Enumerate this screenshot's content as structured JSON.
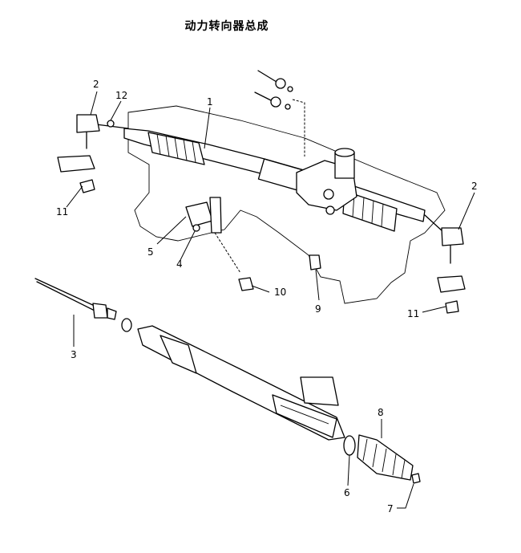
{
  "title": "动力转向器总成",
  "callouts": {
    "c1": "1",
    "c2a": "2",
    "c2b": "2",
    "c3": "3",
    "c4": "4",
    "c5": "5",
    "c6": "6",
    "c7": "7",
    "c8": "8",
    "c9": "9",
    "c10": "10",
    "c11a": "11",
    "c11b": "11",
    "c12": "12"
  }
}
